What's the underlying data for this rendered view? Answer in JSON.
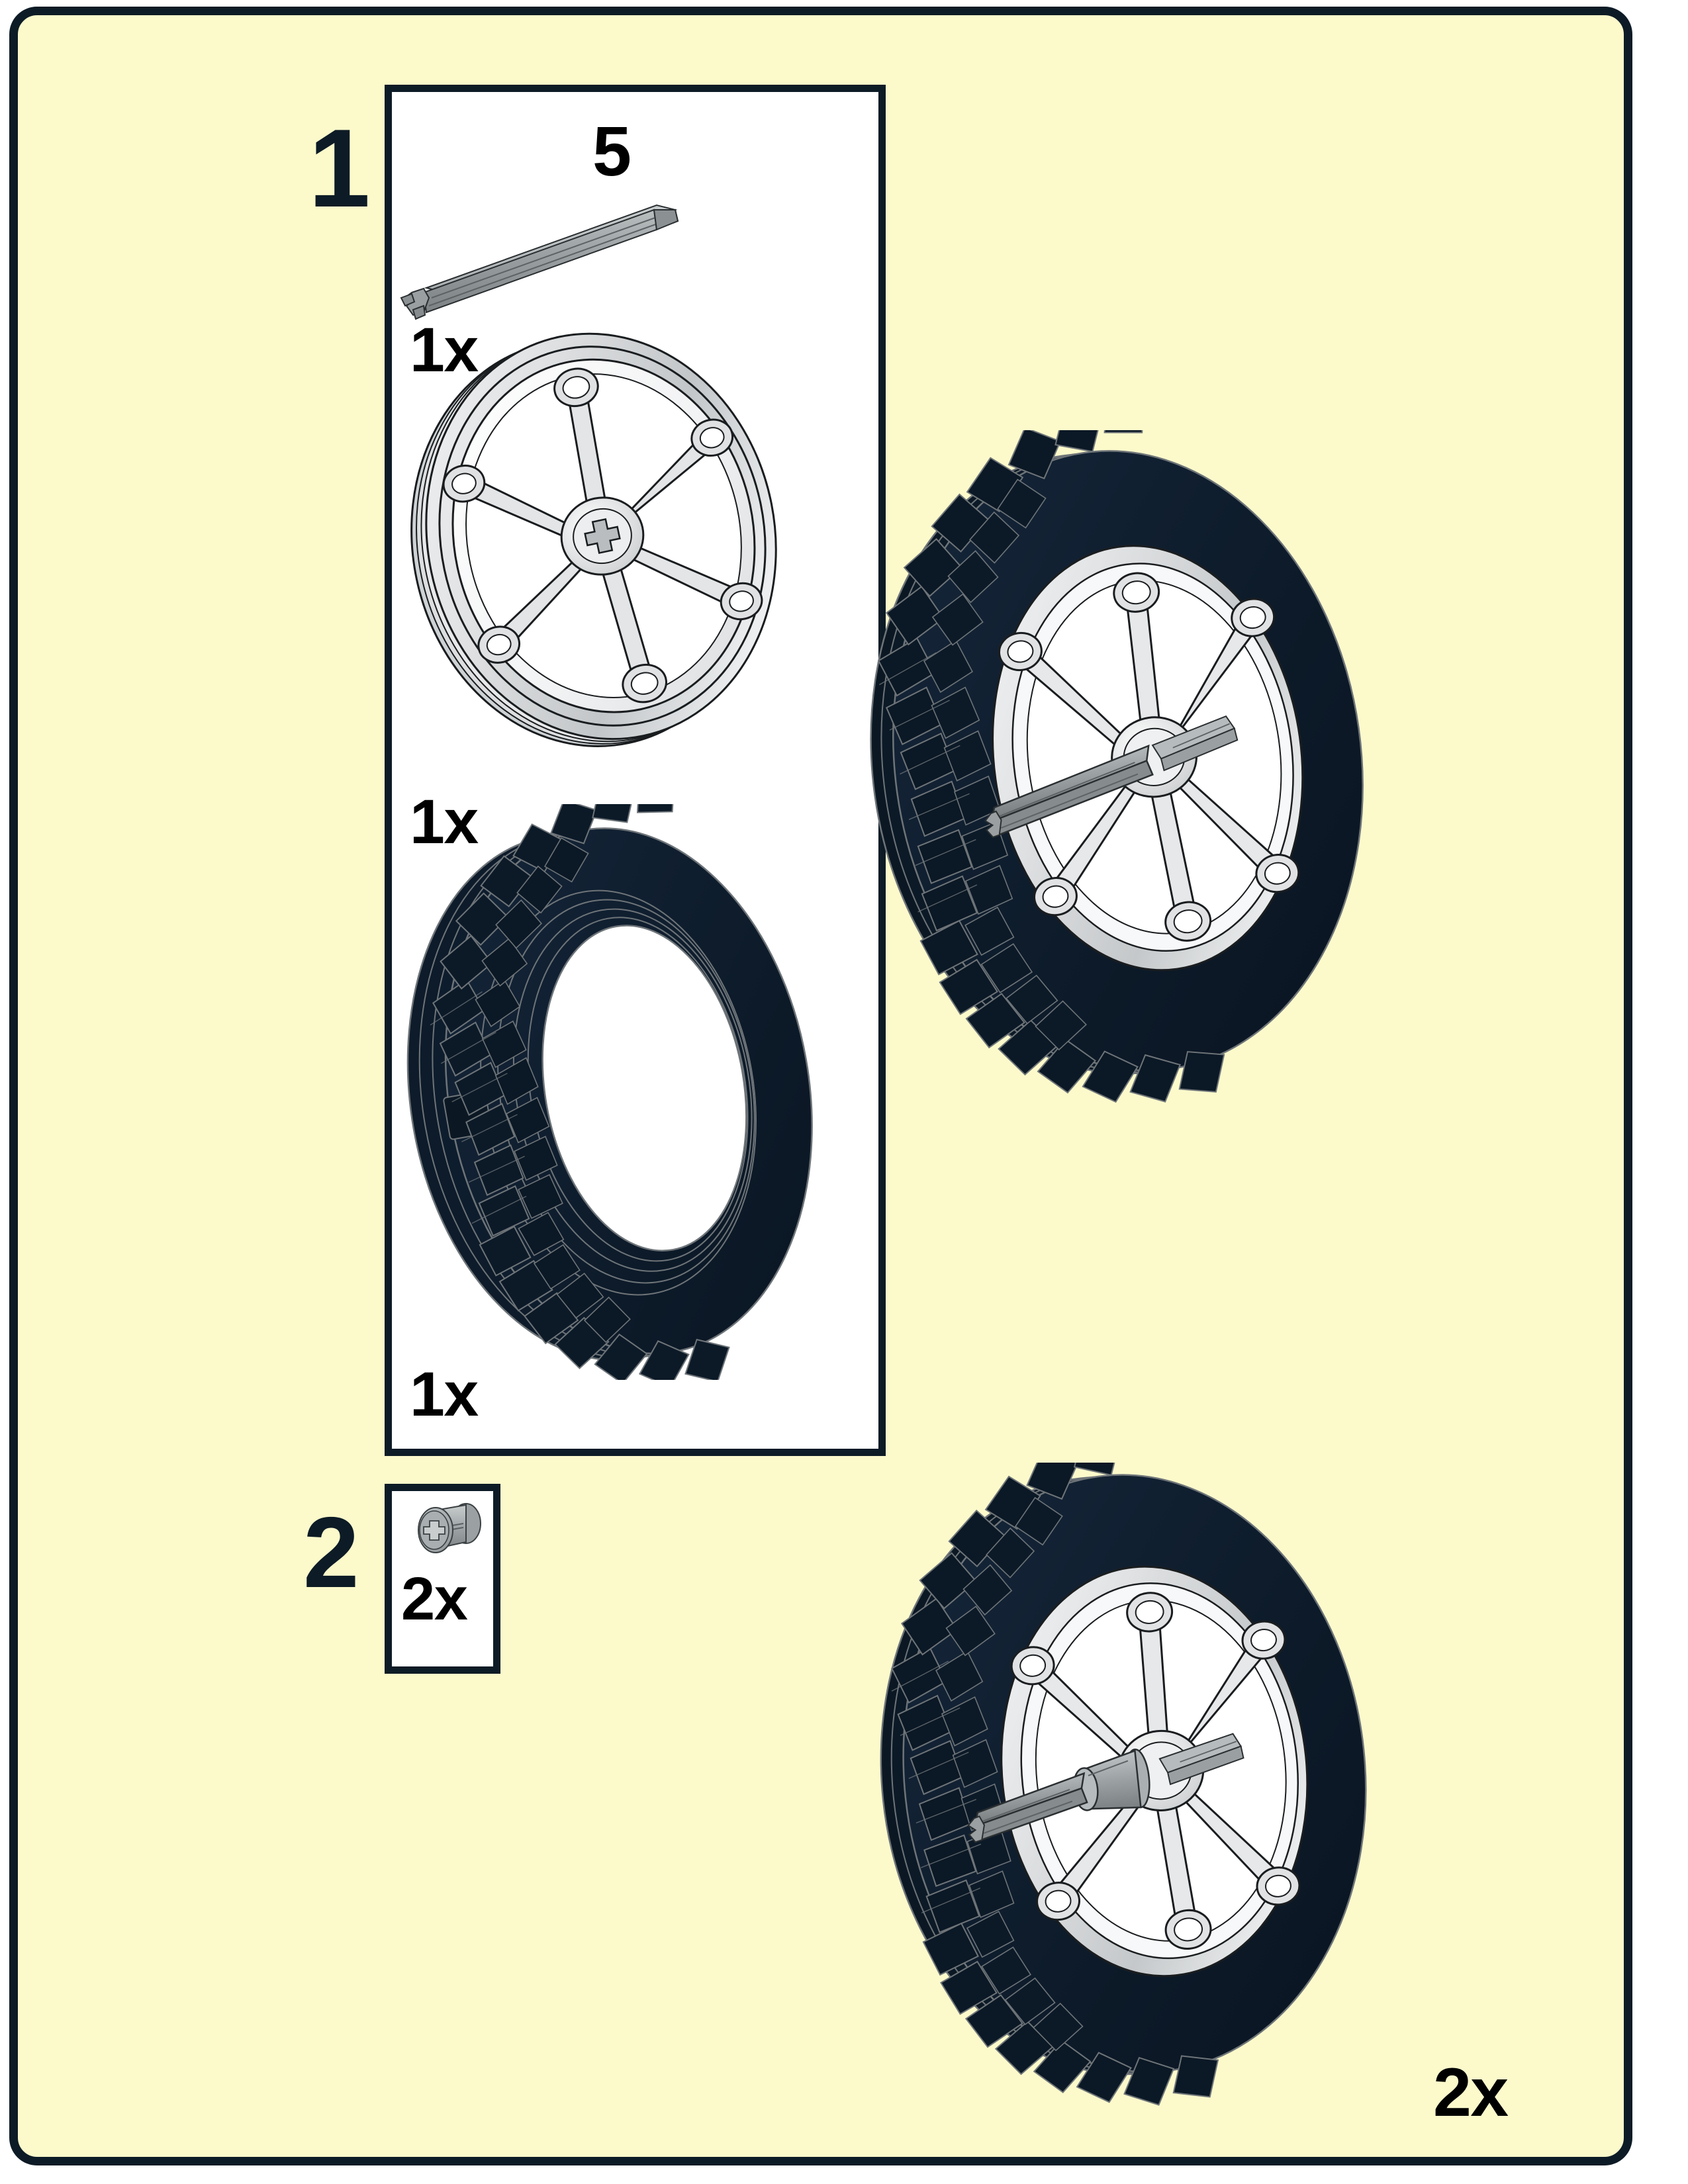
{
  "page": {
    "background_color": "#fcfacb",
    "border_color": "#0d1b26",
    "type": "lego-technic-building-instruction-page"
  },
  "palette": {
    "paper": "#fcfacb",
    "ink": "#0d1b26",
    "box_fill": "#ffffff",
    "tire_black": "#0d1b2a",
    "tire_outline": "#6e7478",
    "rim_light": "#e9eaec",
    "rim_mid": "#c9ccce",
    "rim_shadow": "#a8acae",
    "axle_gray": "#8e9496",
    "axle_dark": "#6a7072",
    "bushing_gray": "#9aa0a2"
  },
  "steps": [
    {
      "number": "1",
      "part_id": "5",
      "parts": [
        {
          "name": "technic-axle",
          "quantity": "1x",
          "color": "light-bluish-gray"
        },
        {
          "name": "technic-rim-wheel",
          "quantity": "1x",
          "color": "light-bluish-gray"
        },
        {
          "name": "technic-tire",
          "quantity": "1x",
          "color": "black"
        }
      ]
    },
    {
      "number": "2",
      "parts": [
        {
          "name": "technic-bushing",
          "quantity": "2x",
          "color": "light-bluish-gray"
        }
      ]
    }
  ],
  "labels": {
    "step_one": "1",
    "step_two": "2",
    "part_id_five": "5",
    "qty_axle": "1x",
    "qty_rim": "1x",
    "qty_tire": "1x",
    "qty_bushing": "2x",
    "qty_result": "2x"
  },
  "assemblies": [
    {
      "name": "wheel-assembly-step-1",
      "position": "upper-right",
      "contents": [
        "technic-tire",
        "technic-rim-wheel",
        "technic-axle"
      ]
    },
    {
      "name": "wheel-assembly-step-2",
      "position": "lower-right",
      "contents": [
        "technic-tire",
        "technic-rim-wheel",
        "technic-axle",
        "technic-bushing"
      ],
      "quantity": "2x"
    }
  ]
}
